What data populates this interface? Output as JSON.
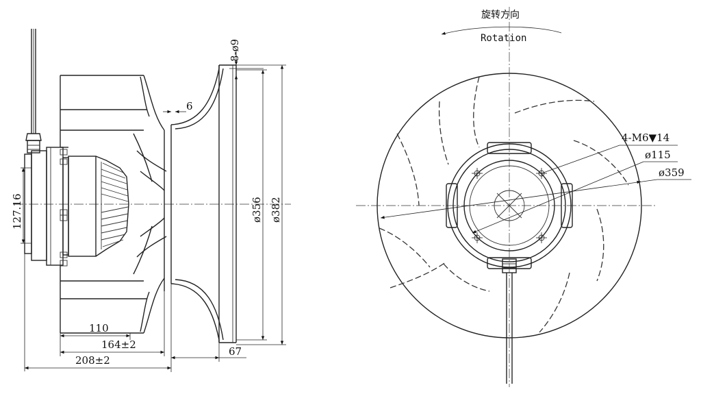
{
  "rotation": {
    "label_cn": "旋转方向",
    "label_en": "Rotation"
  },
  "side_view": {
    "dims": {
      "d_8x9": "8-ø9",
      "d_6": "6",
      "d_356": "ø356",
      "d_382": "ø382",
      "d_127_16": "127.16",
      "d_110": "110",
      "d_164": "164±2",
      "d_208": "208±2",
      "d_67": "67"
    }
  },
  "front_view": {
    "dims": {
      "m6": "4-M6▼14",
      "d_115": "ø115",
      "d_359": "ø359"
    }
  }
}
